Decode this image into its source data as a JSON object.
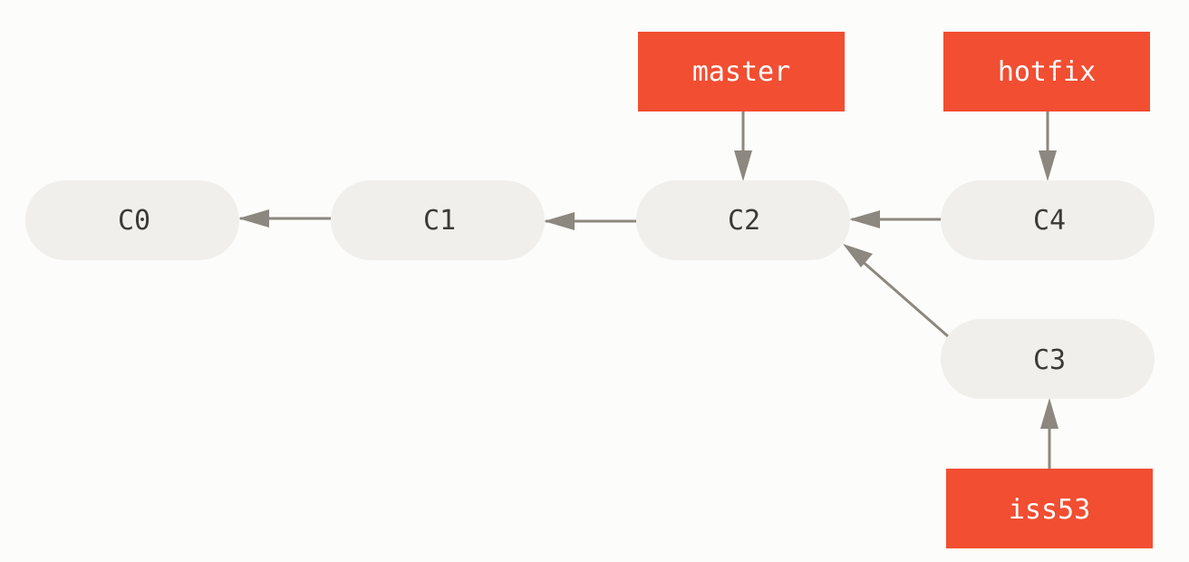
{
  "colors": {
    "background": "#fcfcfa",
    "commit_fill": "#f0efeb",
    "commit_text": "#3b3a36",
    "branch_fill": "#f14e32",
    "branch_text": "#ffffff",
    "arrow": "#8c877f"
  },
  "commits": [
    {
      "id": "c0",
      "label": "C0"
    },
    {
      "id": "c1",
      "label": "C1"
    },
    {
      "id": "c2",
      "label": "C2"
    },
    {
      "id": "c3",
      "label": "C3"
    },
    {
      "id": "c4",
      "label": "C4"
    }
  ],
  "branches": [
    {
      "id": "master",
      "label": "master",
      "points_to": "C2"
    },
    {
      "id": "hotfix",
      "label": "hotfix",
      "points_to": "C4"
    },
    {
      "id": "iss53",
      "label": "iss53",
      "points_to": "C3"
    }
  ],
  "parent_links": [
    {
      "from": "C1",
      "to": "C0"
    },
    {
      "from": "C2",
      "to": "C1"
    },
    {
      "from": "C4",
      "to": "C2"
    },
    {
      "from": "C3",
      "to": "C2"
    }
  ]
}
